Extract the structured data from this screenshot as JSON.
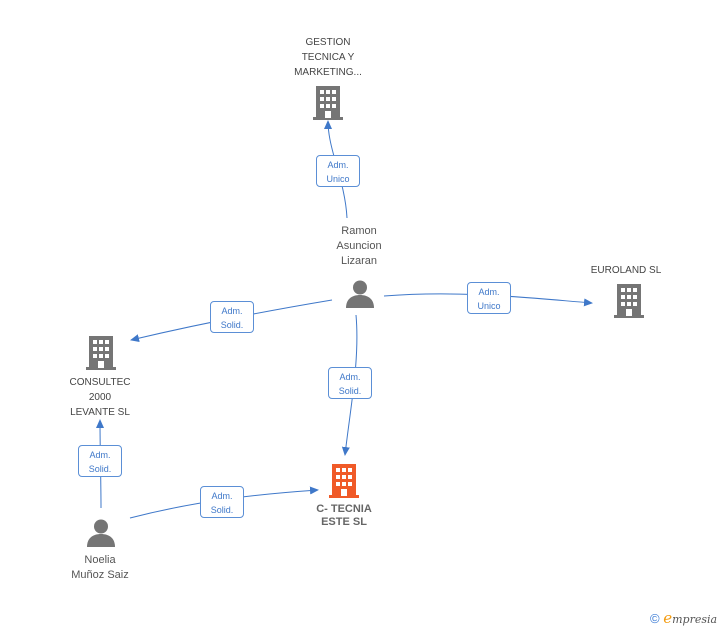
{
  "nodes": {
    "gestion": {
      "lines": [
        "GESTION",
        "TECNICA Y",
        "MARKETING..."
      ]
    },
    "euroland": {
      "lines": [
        "EUROLAND SL"
      ]
    },
    "consultec": {
      "lines": [
        "CONSULTEC",
        "2000",
        "LEVANTE SL"
      ]
    },
    "ctecnia": {
      "lines": [
        "C- TECNIA",
        "ESTE SL"
      ]
    },
    "ramon": {
      "lines": [
        "Ramon",
        "Asuncion",
        "Lizaran"
      ]
    },
    "noelia": {
      "lines": [
        "Noelia",
        "Muñoz Saiz"
      ]
    }
  },
  "edges": {
    "ramon_gestion": {
      "line1": "Adm.",
      "line2": "Unico"
    },
    "ramon_euroland": {
      "line1": "Adm.",
      "line2": "Unico"
    },
    "ramon_consultec": {
      "line1": "Adm.",
      "line2": "Solid."
    },
    "ramon_ctecnia": {
      "line1": "Adm.",
      "line2": "Solid."
    },
    "noelia_consultec": {
      "line1": "Adm.",
      "line2": "Solid."
    },
    "noelia_ctecnia": {
      "line1": "Adm.",
      "line2": "Solid."
    }
  },
  "colors": {
    "company": "#757575",
    "focus_company": "#f05a28",
    "person": "#757575",
    "edge": "#3f78c9"
  },
  "icons": {
    "company": "building-icon",
    "person": "person-icon"
  },
  "footer": {
    "copyright": "©",
    "brand_initial": "e",
    "brand_rest": "mpresia"
  }
}
